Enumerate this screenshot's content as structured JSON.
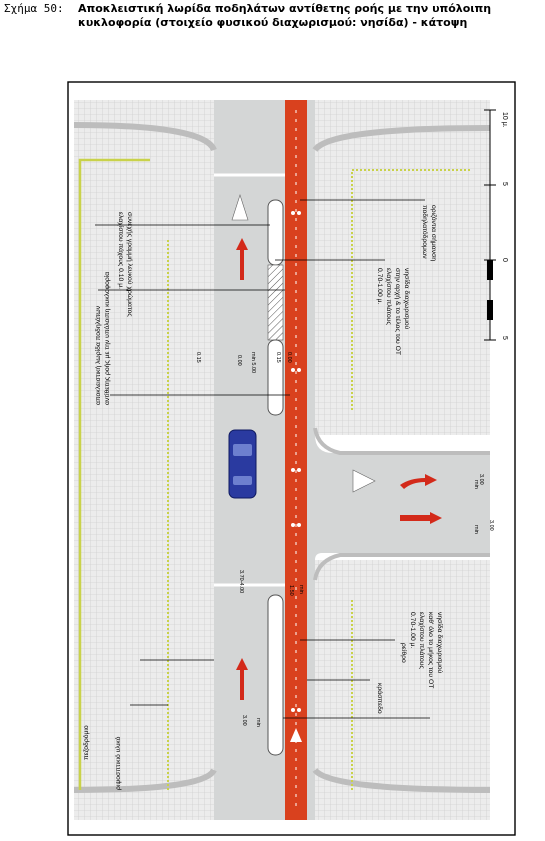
{
  "caption": {
    "label": "Σχήμα 50:",
    "line1": "Αποκλειστική λωρίδα ποδηλάτων αντίθετης ροής με την υπόλοιπη",
    "line2": "κυκλοφορία (στοιχείο φυσικού διαχωρισμού: νησίδα) - κάτοψη"
  },
  "scale": {
    "top": "10 μ.",
    "t5": "5",
    "t0": "0",
    "b5": "5"
  },
  "annotations": {
    "sidewalk": "πεζοδρόμιο",
    "tactile": "ριψοσπτικιό υλικό",
    "exclusive1": "αποκλειστική λωρίδα ποδηλάτων",
    "exclusive2": "αντίθετης ροής με την υπόλοιπη κυκλοφορία",
    "continuous1": "συνεχής γραμμή λευκού χρώματος",
    "continuous2": "ελαχίστου πάχους 0.10 μ.",
    "signs1": "οριζόντια σήμανση",
    "signs2": "ποδηλατόδρομων",
    "island1": "νησίδα διαχωρισμού",
    "island2": "στην αρχή & το τέλος του ΟΤ",
    "island3": "ελαχίστου πλάτους",
    "island4": "0.70-1.00 μ.",
    "curb": "ρείθρο",
    "kraspedo": "κράσπεδο",
    "island_b1": "νησίδα διαχωρισμού",
    "island_b2": "καθ' όλο το μήκος του ΟΤ",
    "island_b3": "ελαχίστου πλάτους",
    "island_b4": "0.70-1.00 μ."
  },
  "dims": {
    "d015a": "0.15",
    "d000a": "0.00",
    "dmin5": "min 5.00",
    "d015b": "0.15",
    "d000b": "0.00",
    "d300a": "3.00",
    "d300b": "3.00",
    "dmin_a": "min",
    "dmin_b": "min",
    "d370": "3.70-4.00",
    "d150": "1.50",
    "dmin_c": "min",
    "d300c": "3.00",
    "dmin_d": "min"
  },
  "colors": {
    "bike_lane": "#d9411e",
    "road": "#d4d6d6",
    "sidewalk": "#eaeaea",
    "tactile": "#c9d24a",
    "car": "#2a3aa0",
    "arrow": "#d32a1a"
  }
}
